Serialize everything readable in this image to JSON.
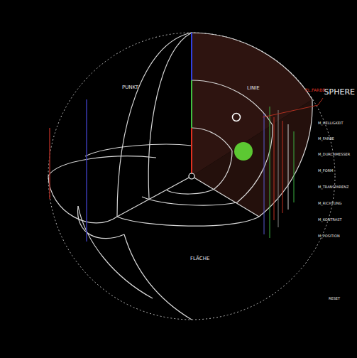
{
  "diagram": {
    "labels": [
      "PUNKT",
      "LINIE",
      "FLÄCHE",
      "EL.FARBE",
      "SPHERE",
      "M_HELLIGKEIT",
      "M_FARBE",
      "M_DURCHMESSER",
      "M_FORM",
      "M_TRANSPARENZ",
      "M_RICHTUNG",
      "M_KONTRAST",
      "M_POSITION",
      "RESET"
    ]
  }
}
